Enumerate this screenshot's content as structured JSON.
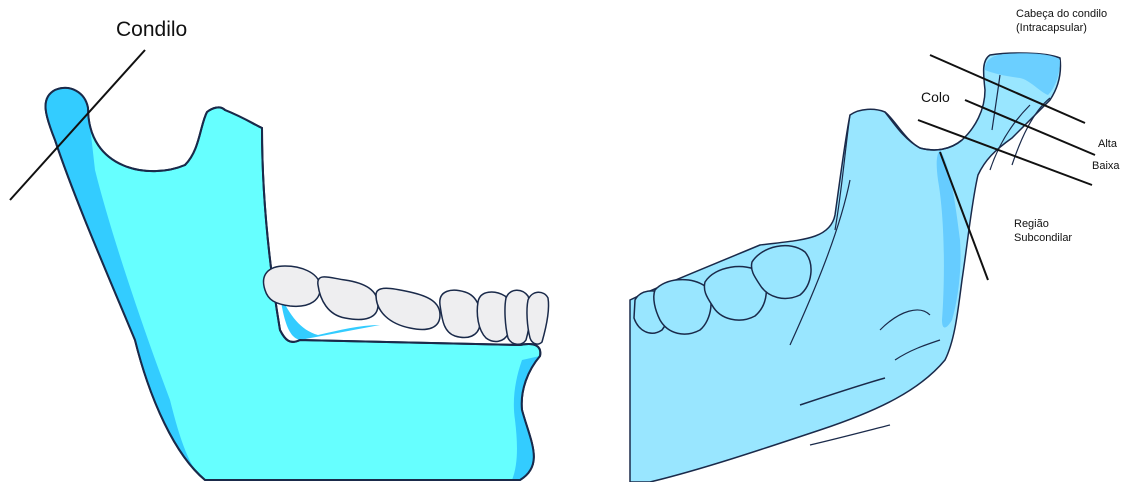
{
  "labels": {
    "condilo": "Condilo",
    "cabeca_line1": "Cabeça do condilo",
    "cabeca_line2": "(Intracapsular)",
    "colo": "Colo",
    "alta": "Alta",
    "baixa": "Baixa",
    "regiao_line1": "Região",
    "regiao_line2": "Subcondilar"
  },
  "colors": {
    "bone_main": "#66ffff",
    "bone_shade": "#33ccff",
    "bone_right": "#99e6ff",
    "bone_right_shade": "#66ccff",
    "teeth": "#eeeef0",
    "outline": "#1a2a4a",
    "leader_line": "#111111"
  }
}
